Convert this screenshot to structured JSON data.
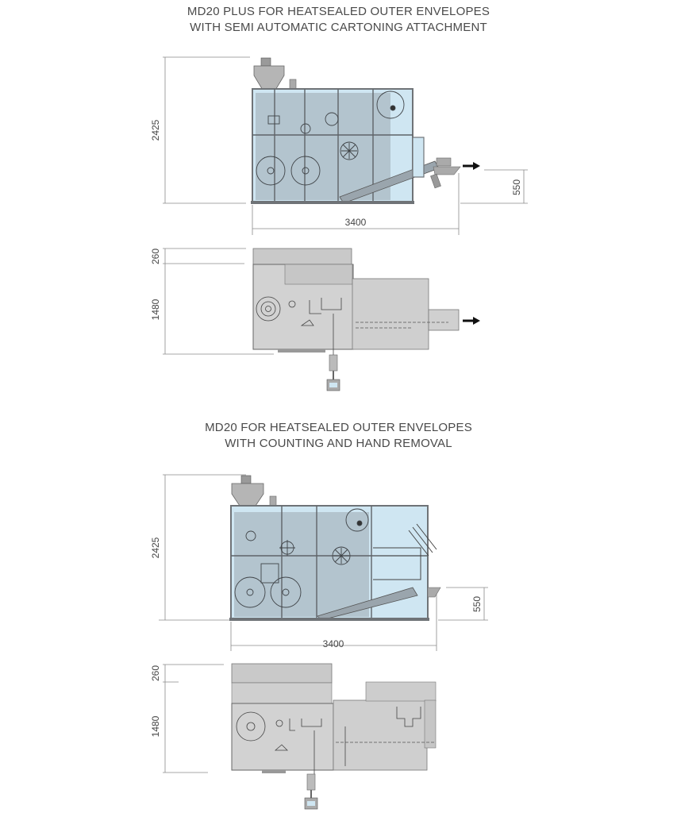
{
  "colors": {
    "glass": "#cfe6f2",
    "panel": "#aab8c2",
    "frame": "#6f7377",
    "metal": "#bfbfbf",
    "dim_line": "#8a8a8a",
    "text": "#4a4a4a"
  },
  "section1": {
    "title_line1": "MD20 PLUS FOR HEATSEALED OUTER ENVELOPES",
    "title_line2": "WITH SEMI AUTOMATIC CARTONING ATTACHMENT",
    "front_view": {
      "height_label": "2425",
      "width_label": "3400",
      "outlet_height_label": "550",
      "outlet_arrow": "right-arrow"
    },
    "top_view": {
      "depth_top_label": "260",
      "depth_label": "1480",
      "outlet_arrow": "right-arrow"
    }
  },
  "section2": {
    "title_line1": "MD20 FOR HEATSEALED OUTER ENVELOPES",
    "title_line2": "WITH COUNTING AND HAND REMOVAL",
    "front_view": {
      "height_label": "2425",
      "width_label": "3400",
      "outlet_height_label": "550"
    },
    "top_view": {
      "depth_top_label": "260",
      "depth_label": "1480"
    }
  }
}
